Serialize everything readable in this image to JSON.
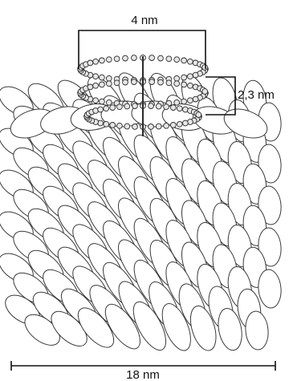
{
  "figure": {
    "labels": {
      "helix_diameter": "4 nm",
      "helix_pitch": "2,3 nm",
      "disk_diameter": "18 nm"
    },
    "colors": {
      "line": "#2a2a2a",
      "subunit_fill": "#ffffff",
      "subunit_stroke": "#3a3a3a",
      "rna_fill": "#e6e6e6"
    }
  }
}
